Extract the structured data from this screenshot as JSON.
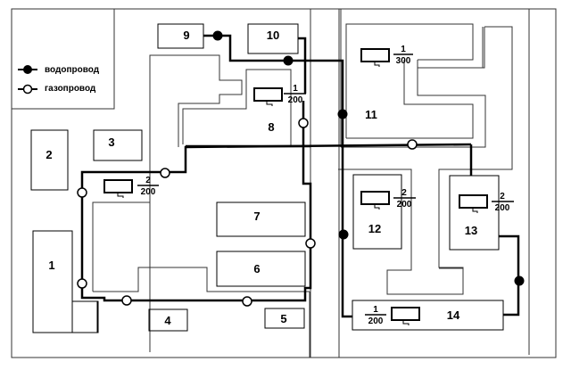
{
  "legend": {
    "items": [
      {
        "key": "water",
        "label": "водопровод",
        "symbol": "filled-circle"
      },
      {
        "key": "gas",
        "label": "газопровод",
        "symbol": "open-circle"
      }
    ]
  },
  "buildings": [
    {
      "id": "1",
      "label": "1"
    },
    {
      "id": "2",
      "label": "2"
    },
    {
      "id": "3",
      "label": "3"
    },
    {
      "id": "4",
      "label": "4"
    },
    {
      "id": "5",
      "label": "5"
    },
    {
      "id": "6",
      "label": "6"
    },
    {
      "id": "7",
      "label": "7"
    },
    {
      "id": "8",
      "label": "8"
    },
    {
      "id": "9",
      "label": "9"
    },
    {
      "id": "10",
      "label": "10"
    },
    {
      "id": "11",
      "label": "11"
    },
    {
      "id": "12",
      "label": "12"
    },
    {
      "id": "13",
      "label": "13"
    },
    {
      "id": "14",
      "label": "14"
    }
  ],
  "scales": [
    {
      "for": "8",
      "num": "1",
      "den": "200"
    },
    {
      "for": "11",
      "num": "1",
      "den": "300"
    },
    {
      "for": "6-7-block",
      "num": "2",
      "den": "200"
    },
    {
      "for": "12",
      "num": "2",
      "den": "200"
    },
    {
      "for": "13",
      "num": "2",
      "den": "200"
    },
    {
      "for": "14",
      "num": "1",
      "den": "200"
    }
  ]
}
